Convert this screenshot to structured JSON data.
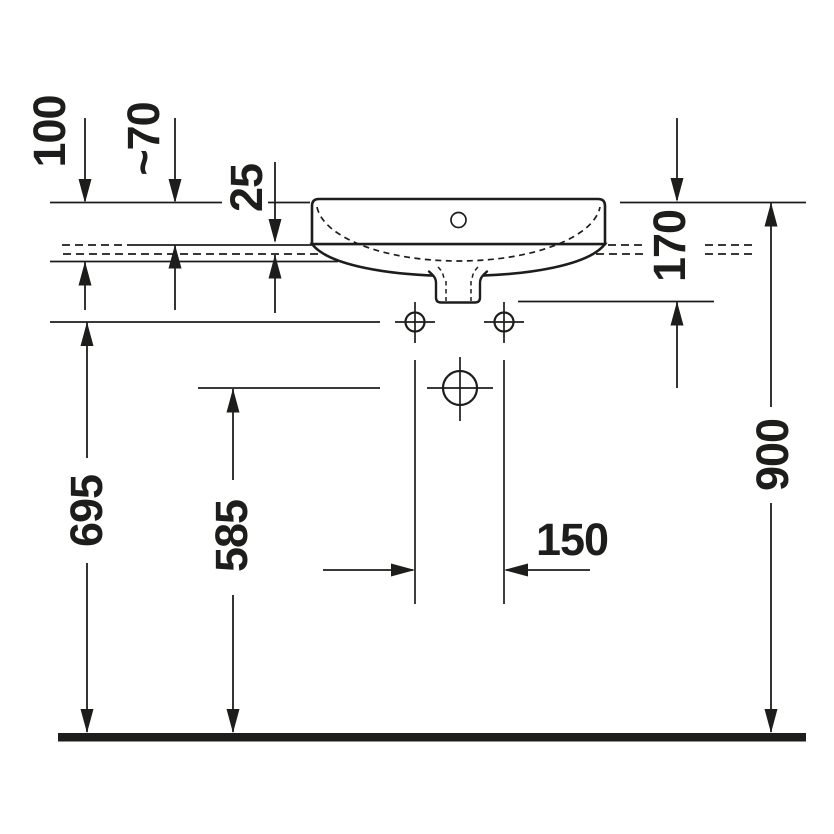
{
  "drawing": {
    "subject": "Wall-mounted washbasin front elevation installation drawing",
    "units": "mm",
    "line_color": "#1d1d1b",
    "background": "#ffffff",
    "dimensions": {
      "offset_100": {
        "label": "100",
        "value": 100,
        "orientation": "vertical"
      },
      "offset_70": {
        "label": "~70",
        "value": 70,
        "approximate": true,
        "orientation": "vertical"
      },
      "rim_25": {
        "label": "25",
        "value": 25,
        "orientation": "vertical"
      },
      "rim_to_outlet_170": {
        "label": "170",
        "value": 170,
        "orientation": "vertical"
      },
      "rim_height_900": {
        "label": "900",
        "value": 900,
        "orientation": "vertical"
      },
      "fixing_height_695": {
        "label": "695",
        "value": 695,
        "orientation": "vertical"
      },
      "drain_height_585": {
        "label": "585",
        "value": 585,
        "orientation": "vertical"
      },
      "hole_spacing_150": {
        "label": "150",
        "value": 150,
        "orientation": "horizontal"
      }
    }
  }
}
